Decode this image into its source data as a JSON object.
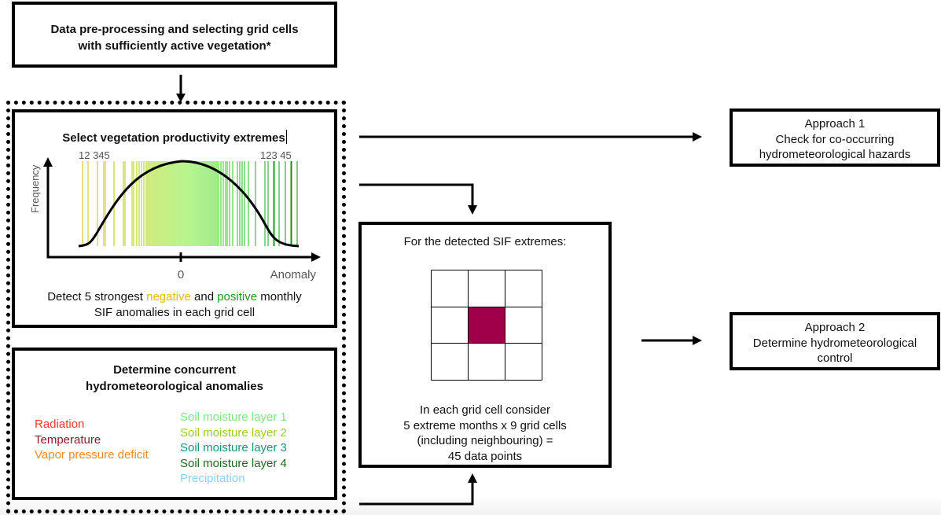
{
  "preprocessing": {
    "line1": "Data pre-processing and selecting grid cells",
    "line2": "with sufficiently active vegetation*"
  },
  "select_box": {
    "title": "Select vegetation productivity extremes",
    "y_axis_label": "Frequency",
    "x_axis_label": "Anomaly",
    "zero_tick": "0",
    "negative_ranks_label": "12 345",
    "positive_ranks_label": "123 45",
    "caption": {
      "part1": "Detect 5 strongest ",
      "negative": "negative",
      "part2": " and ",
      "positive": "positive",
      "part3": " monthly",
      "line2": "SIF anomalies in each grid cell"
    },
    "colors": {
      "negative": "#e6b800",
      "positive": "#1a9a1a"
    }
  },
  "concurrent_box": {
    "title_line1": "Determine concurrent",
    "title_line2": "hydrometeorological anomalies",
    "left_vars": [
      {
        "label": "Radiation",
        "color": "#ee3b2b"
      },
      {
        "label": "Temperature",
        "color": "#8b1a2b"
      },
      {
        "label": "Vapor pressure deficit",
        "color": "#f58a2a"
      }
    ],
    "right_vars": [
      {
        "label": "Soil moisture layer 1",
        "color": "#7ce87a"
      },
      {
        "label": "Soil moisture layer 2",
        "color": "#9acd1a"
      },
      {
        "label": "Soil moisture layer 3",
        "color": "#16937a"
      },
      {
        "label": "Soil moisture layer 4",
        "color": "#1c6a1c"
      },
      {
        "label": "Precipitation",
        "color": "#8fd0f5"
      }
    ]
  },
  "sif_box": {
    "title": "For the detected SIF extremes:",
    "center_cell_color": "#a0004a",
    "grid_rows": 3,
    "grid_cols": 3,
    "line1": "In each grid cell consider",
    "line2": "5 extreme months x 9 grid cells",
    "line3": "(including neighbouring) =",
    "line4": "45 data points"
  },
  "approach1": {
    "line1": "Approach 1",
    "line2": "Check for co-occurring",
    "line3": "hydrometeorological hazards"
  },
  "approach2": {
    "line1": "Approach 2",
    "line2": "Determine hydrometeorological",
    "line3": "control"
  }
}
